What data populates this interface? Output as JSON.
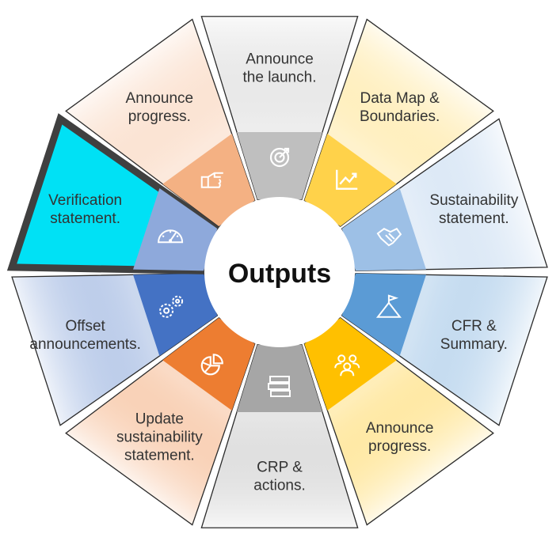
{
  "center_title": "Outputs",
  "segments": [
    {
      "lines": [
        "Announce",
        "the launch."
      ],
      "color": "#bfbfbf",
      "icon": "target-icon",
      "selected": false
    },
    {
      "lines": [
        "Data Map &",
        "Boundaries."
      ],
      "color": "#ffd24a",
      "icon": "trend-chart-icon",
      "selected": false
    },
    {
      "lines": [
        "Sustainability",
        "statement."
      ],
      "color": "#9dc0e6",
      "icon": "handshake-icon",
      "selected": false
    },
    {
      "lines": [
        "CFR &",
        "Summary."
      ],
      "color": "#5b9bd5",
      "icon": "mountain-flag-icon",
      "selected": false
    },
    {
      "lines": [
        "Announce",
        "progress."
      ],
      "color": "#ffc000",
      "icon": "team-icon",
      "selected": false
    },
    {
      "lines": [
        "CRP &",
        "actions."
      ],
      "color": "#a6a6a6",
      "icon": "books-icon",
      "selected": false
    },
    {
      "lines": [
        "Update",
        "sustainability",
        "statement."
      ],
      "color": "#ed7d31",
      "icon": "pie-chart-icon",
      "selected": false
    },
    {
      "lines": [
        "Offset",
        "announcements."
      ],
      "color": "#4472c4",
      "icon": "gears-icon",
      "selected": false
    },
    {
      "lines": [
        "Verification",
        "statement."
      ],
      "color": "#8ea9db",
      "icon": "gauge-icon",
      "selected": true,
      "highlight": "#00e1f5"
    },
    {
      "lines": [
        "Announce",
        "progress."
      ],
      "color": "#f4b183",
      "icon": "pointing-hand-icon",
      "selected": false
    }
  ]
}
